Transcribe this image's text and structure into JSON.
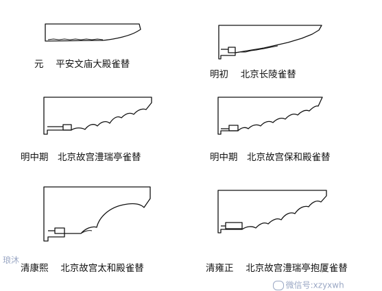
{
  "figures": [
    {
      "caption": "元　 平安文庙大殿雀替"
    },
    {
      "caption": "明初　 北京长陵雀替"
    },
    {
      "caption": "明中期　北京故宫澧瑞亭雀替"
    },
    {
      "caption": "明中期　北京故宫保和殿雀替"
    },
    {
      "caption": "清康熙　 北京故宫太和殿雀替"
    },
    {
      "caption": "清雍正　 北京故宫澧瑞亭抱厦雀替"
    }
  ],
  "watermarks": {
    "left": "琅沐",
    "right": "微信号:xzyxwh"
  },
  "colors": {
    "line": "#111111",
    "watermark": "#9aa7c4"
  }
}
